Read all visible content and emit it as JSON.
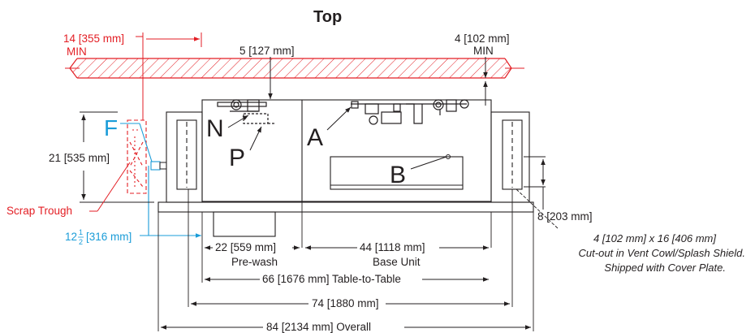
{
  "title": "Top",
  "colors": {
    "ink": "#231f20",
    "red": "#e31e24",
    "blue": "#1a9cd8"
  },
  "dimensions": {
    "min_left": {
      "value": "14 [355 mm]",
      "note": "MIN"
    },
    "min_top": {
      "value": "4 [102 mm]",
      "note": "MIN"
    },
    "offset": "5 [127 mm]",
    "depth": "21 [535 mm]",
    "offset_width_prefix": "12",
    "offset_width_num": "1",
    "offset_width_den": "2",
    "offset_width": "[316 mm]",
    "cutout_offset": "8 [203 mm]",
    "prewash": "22 [559 mm]",
    "prewash_label": "Pre-wash",
    "base": "44 [1118 mm]",
    "base_label": "Base Unit",
    "table": "66 [1676 mm] Table-to-Table",
    "d74": "74 [1880 mm]",
    "overall": "84 [2134 mm] Overall"
  },
  "callouts": {
    "F": "F",
    "N": "N",
    "P": "P",
    "A": "A",
    "B": "B",
    "scrap": "Scrap Trough"
  },
  "note": {
    "line1": "4 [102 mm] x 16 [406 mm]",
    "line2": "Cut-out in Vent Cowl/Splash Shield.",
    "line3": "Shipped with Cover Plate."
  }
}
